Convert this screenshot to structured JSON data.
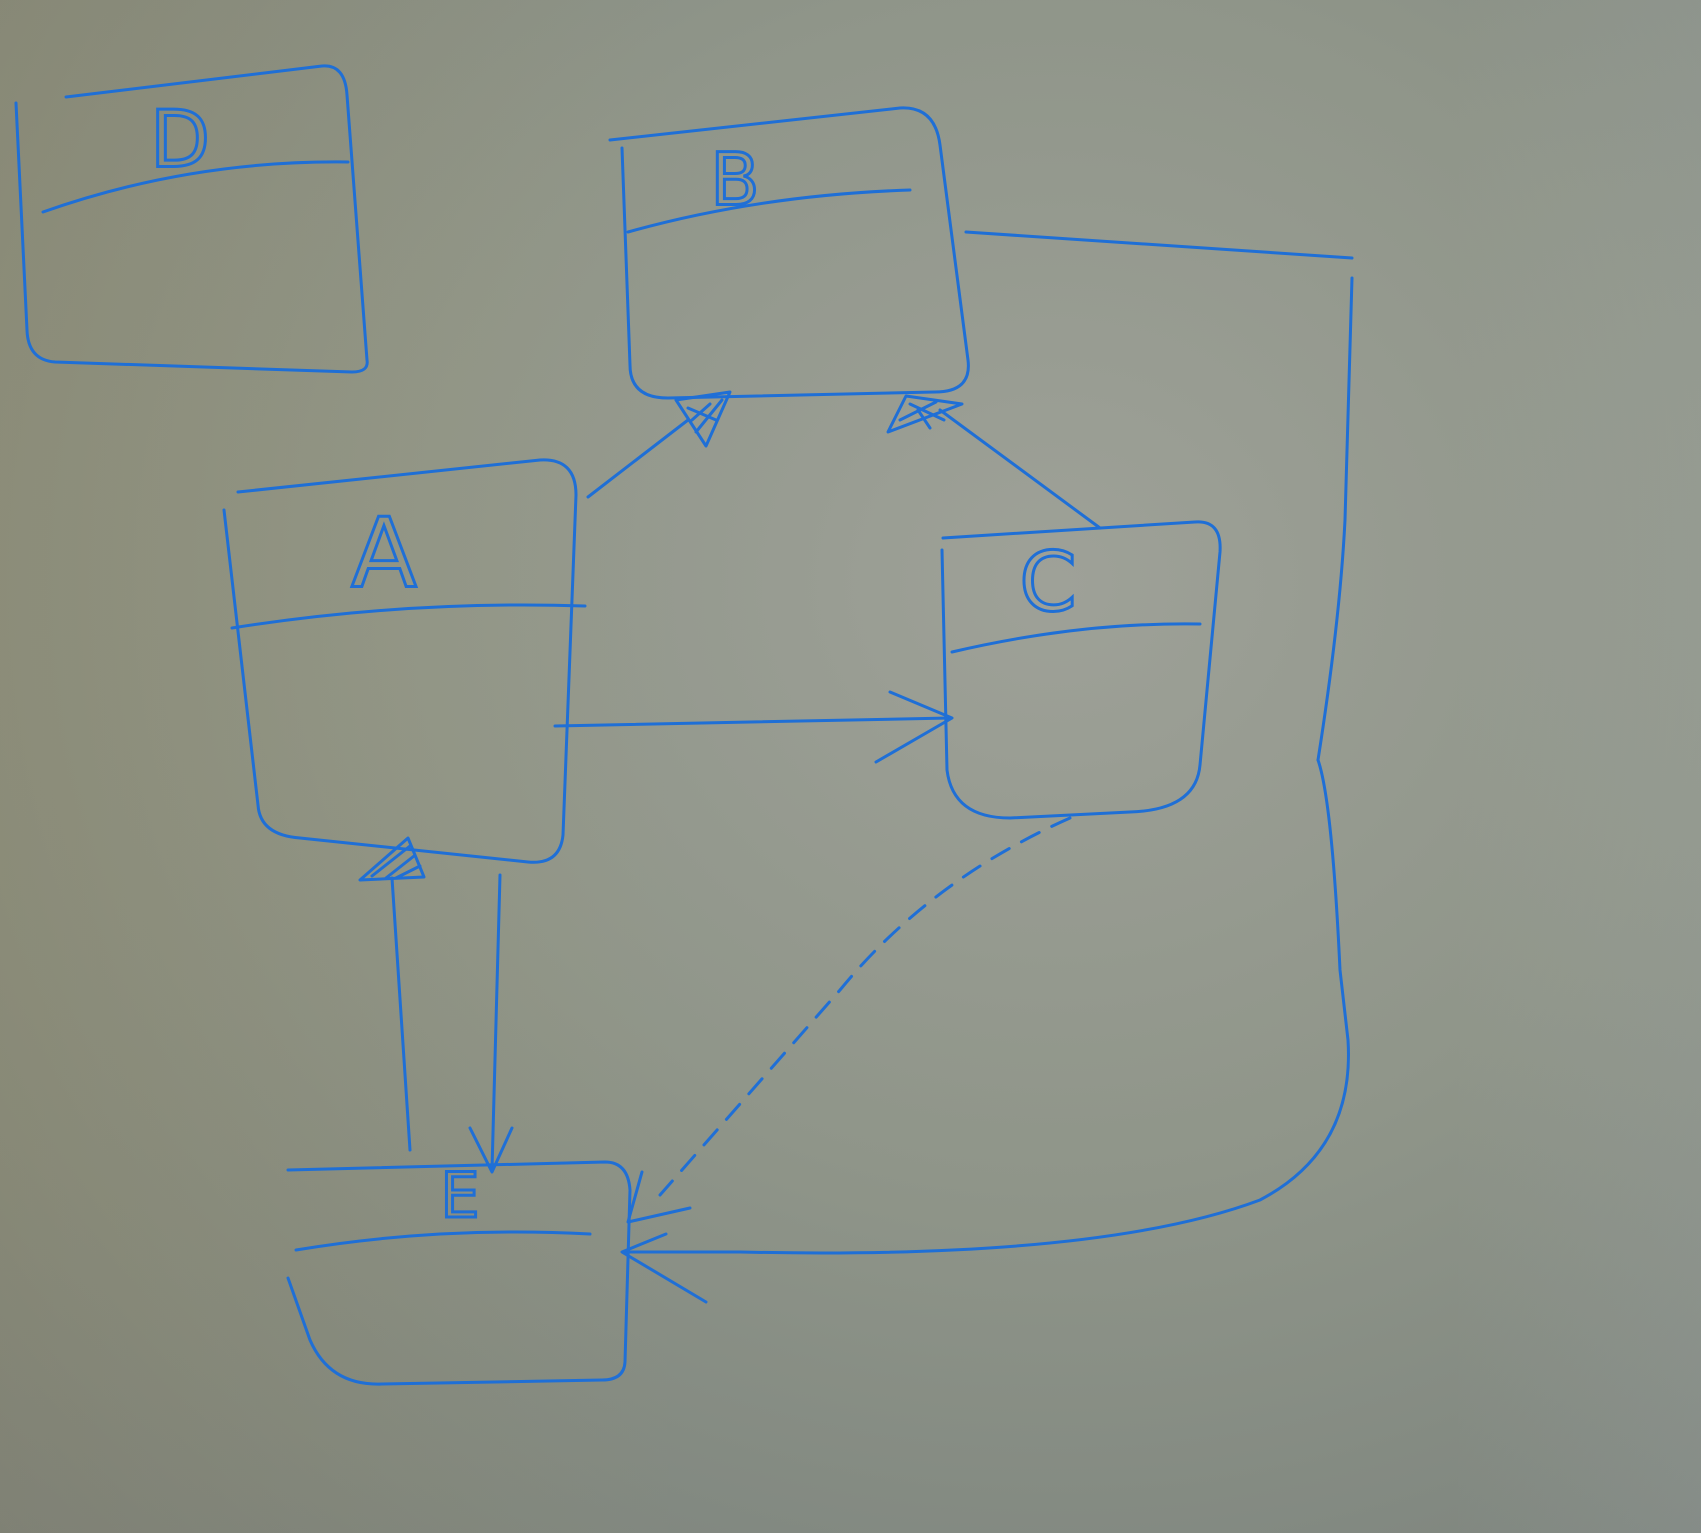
{
  "colors": {
    "ink": "#1f6fd6",
    "board": "#959a8f"
  },
  "diagram": {
    "classes": {
      "D": {
        "label": "D"
      },
      "B": {
        "label": "B"
      },
      "A": {
        "label": "A"
      },
      "C": {
        "label": "C"
      },
      "E": {
        "label": "E"
      }
    },
    "relationships": [
      {
        "from": "A",
        "to": "B",
        "kind": "generalization"
      },
      {
        "from": "C",
        "to": "B",
        "kind": "generalization"
      },
      {
        "from": "A",
        "to": "C",
        "kind": "association"
      },
      {
        "from": "A",
        "to": "E",
        "kind": "association"
      },
      {
        "from": "E",
        "to": "A",
        "kind": "generalization"
      },
      {
        "from": "C",
        "to": "E",
        "kind": "dependency"
      },
      {
        "from": "B",
        "to": "E",
        "kind": "association"
      }
    ]
  }
}
